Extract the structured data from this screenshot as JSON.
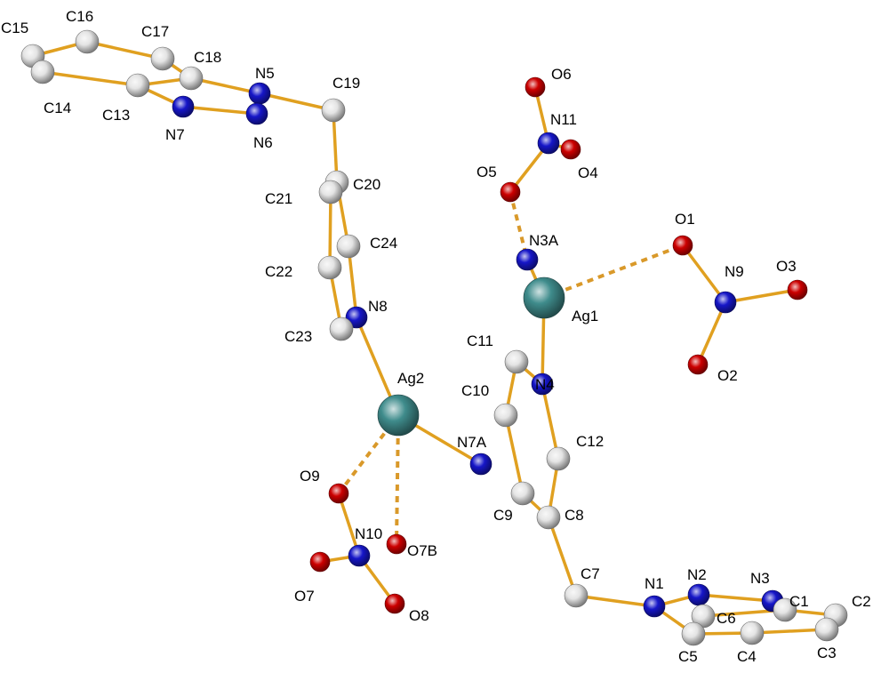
{
  "colors": {
    "bond": "#e0a020",
    "hbond": "#d9992a",
    "C": "#e4e4e4",
    "N": "#1616c8",
    "O": "#cc0000",
    "Ag": "#3f8c8c",
    "background": "#ffffff"
  },
  "atoms": [
    {
      "id": "C15",
      "label": "C15",
      "element": "C"
    },
    {
      "id": "C16",
      "label": "C16",
      "element": "C"
    },
    {
      "id": "C17",
      "label": "C17",
      "element": "C"
    },
    {
      "id": "C18",
      "label": "C18",
      "element": "C"
    },
    {
      "id": "C14",
      "label": "C14",
      "element": "C"
    },
    {
      "id": "C13",
      "label": "C13",
      "element": "C"
    },
    {
      "id": "N5",
      "label": "N5",
      "element": "N"
    },
    {
      "id": "N7",
      "label": "N7",
      "element": "N"
    },
    {
      "id": "N6",
      "label": "N6",
      "element": "N"
    },
    {
      "id": "C19",
      "label": "C19",
      "element": "C"
    },
    {
      "id": "C20",
      "label": "C20",
      "element": "C"
    },
    {
      "id": "C21",
      "label": "C21",
      "element": "C"
    },
    {
      "id": "C24",
      "label": "C24",
      "element": "C"
    },
    {
      "id": "C22",
      "label": "C22",
      "element": "C"
    },
    {
      "id": "N8",
      "label": "N8",
      "element": "N"
    },
    {
      "id": "C23",
      "label": "C23",
      "element": "C"
    },
    {
      "id": "Ag2",
      "label": "Ag2",
      "element": "Ag"
    },
    {
      "id": "N7A",
      "label": "N7A",
      "element": "N"
    },
    {
      "id": "O9",
      "label": "O9",
      "element": "O"
    },
    {
      "id": "N10",
      "label": "N10",
      "element": "N"
    },
    {
      "id": "O7B",
      "label": "O7B",
      "element": "O"
    },
    {
      "id": "O7",
      "label": "O7",
      "element": "O"
    },
    {
      "id": "O8",
      "label": "O8",
      "element": "O"
    },
    {
      "id": "O6",
      "label": "O6",
      "element": "O"
    },
    {
      "id": "N11",
      "label": "N11",
      "element": "N"
    },
    {
      "id": "O4",
      "label": "O4",
      "element": "O"
    },
    {
      "id": "O5",
      "label": "O5",
      "element": "O"
    },
    {
      "id": "N3A",
      "label": "N3A",
      "element": "N"
    },
    {
      "id": "O1",
      "label": "O1",
      "element": "O"
    },
    {
      "id": "N9",
      "label": "N9",
      "element": "N"
    },
    {
      "id": "O3",
      "label": "O3",
      "element": "O"
    },
    {
      "id": "O2",
      "label": "O2",
      "element": "O"
    },
    {
      "id": "Ag1",
      "label": "Ag1",
      "element": "Ag"
    },
    {
      "id": "C11",
      "label": "C11",
      "element": "C"
    },
    {
      "id": "N4",
      "label": "N4",
      "element": "N"
    },
    {
      "id": "C10",
      "label": "C10",
      "element": "C"
    },
    {
      "id": "C12",
      "label": "C12",
      "element": "C"
    },
    {
      "id": "C9",
      "label": "C9",
      "element": "C"
    },
    {
      "id": "C8",
      "label": "C8",
      "element": "C"
    },
    {
      "id": "C7",
      "label": "C7",
      "element": "C"
    },
    {
      "id": "N1",
      "label": "N1",
      "element": "N"
    },
    {
      "id": "N2",
      "label": "N2",
      "element": "N"
    },
    {
      "id": "N3",
      "label": "N3",
      "element": "N"
    },
    {
      "id": "C1",
      "label": "C1",
      "element": "C"
    },
    {
      "id": "C2",
      "label": "C2",
      "element": "C"
    },
    {
      "id": "C6",
      "label": "C6",
      "element": "C"
    },
    {
      "id": "C5",
      "label": "C5",
      "element": "C"
    },
    {
      "id": "C4",
      "label": "C4",
      "element": "C"
    },
    {
      "id": "C3",
      "label": "C3",
      "element": "C"
    }
  ],
  "bonds": [
    [
      "C15",
      "C16"
    ],
    [
      "C15",
      "C14"
    ],
    [
      "C16",
      "C17"
    ],
    [
      "C17",
      "C18"
    ],
    [
      "C14",
      "C13"
    ],
    [
      "C13",
      "C18"
    ],
    [
      "C13",
      "N7"
    ],
    [
      "C18",
      "N5"
    ],
    [
      "N5",
      "N6"
    ],
    [
      "N7",
      "N6"
    ],
    [
      "N5",
      "C19"
    ],
    [
      "C19",
      "C20"
    ],
    [
      "C20",
      "C21"
    ],
    [
      "C20",
      "C24"
    ],
    [
      "C21",
      "C22"
    ],
    [
      "C24",
      "N8"
    ],
    [
      "C22",
      "C23"
    ],
    [
      "C23",
      "N8"
    ],
    [
      "N8",
      "Ag2"
    ],
    [
      "Ag2",
      "N7A"
    ],
    [
      "O9",
      "N10"
    ],
    [
      "N10",
      "O7"
    ],
    [
      "N10",
      "O8"
    ],
    [
      "O6",
      "N11"
    ],
    [
      "N11",
      "O4"
    ],
    [
      "N11",
      "O5"
    ],
    [
      "N3A",
      "Ag1"
    ],
    [
      "Ag1",
      "N4"
    ],
    [
      "O1",
      "N9"
    ],
    [
      "N9",
      "O3"
    ],
    [
      "N9",
      "O2"
    ],
    [
      "N4",
      "C11"
    ],
    [
      "N4",
      "C12"
    ],
    [
      "C11",
      "C10"
    ],
    [
      "C10",
      "C9"
    ],
    [
      "C12",
      "C8"
    ],
    [
      "C9",
      "C8"
    ],
    [
      "C8",
      "C7"
    ],
    [
      "C7",
      "N1"
    ],
    [
      "N1",
      "N2"
    ],
    [
      "N2",
      "N3"
    ],
    [
      "N3",
      "C1"
    ],
    [
      "C1",
      "C2"
    ],
    [
      "N1",
      "C5"
    ],
    [
      "C5",
      "C4"
    ],
    [
      "C4",
      "C3"
    ],
    [
      "C3",
      "C2"
    ],
    [
      "C6",
      "C1"
    ],
    [
      "N2",
      "C6"
    ]
  ],
  "hbonds": [
    [
      "O5",
      "N3A"
    ],
    [
      "Ag1",
      "O1"
    ],
    [
      "Ag2",
      "O9"
    ],
    [
      "Ag2",
      "O7B"
    ]
  ]
}
